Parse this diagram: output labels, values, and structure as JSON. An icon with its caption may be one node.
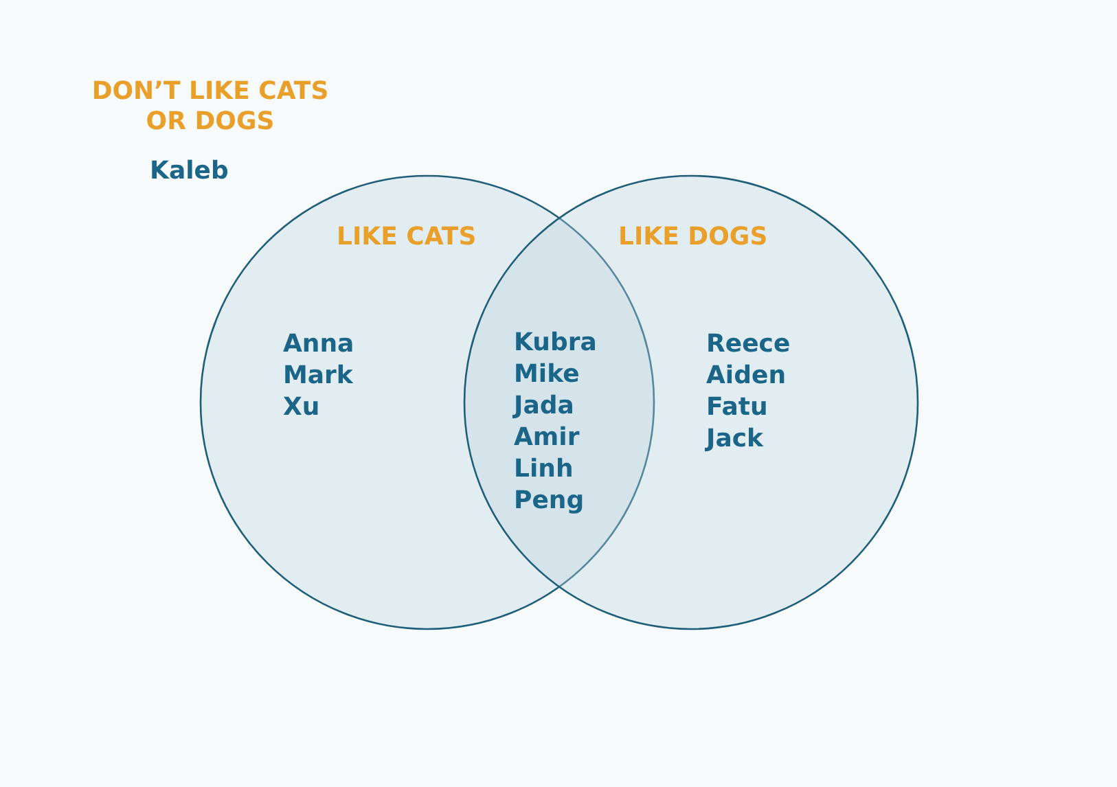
{
  "diagram": {
    "nodes": [
      {
        "text": [
          "LIKE CATS",
          "Anna Mark Xu"
        ]
      },
      {
        "text": [
          "LIKE DOGS",
          "Reece Aiden Fatu Jack"
        ]
      }
    ],
    "labels": [
      "DON’T LIKE CATS OR DOGS",
      "Kaleb",
      "Kubra Mike Jada Amir Linh Peng"
    ]
  }
}
